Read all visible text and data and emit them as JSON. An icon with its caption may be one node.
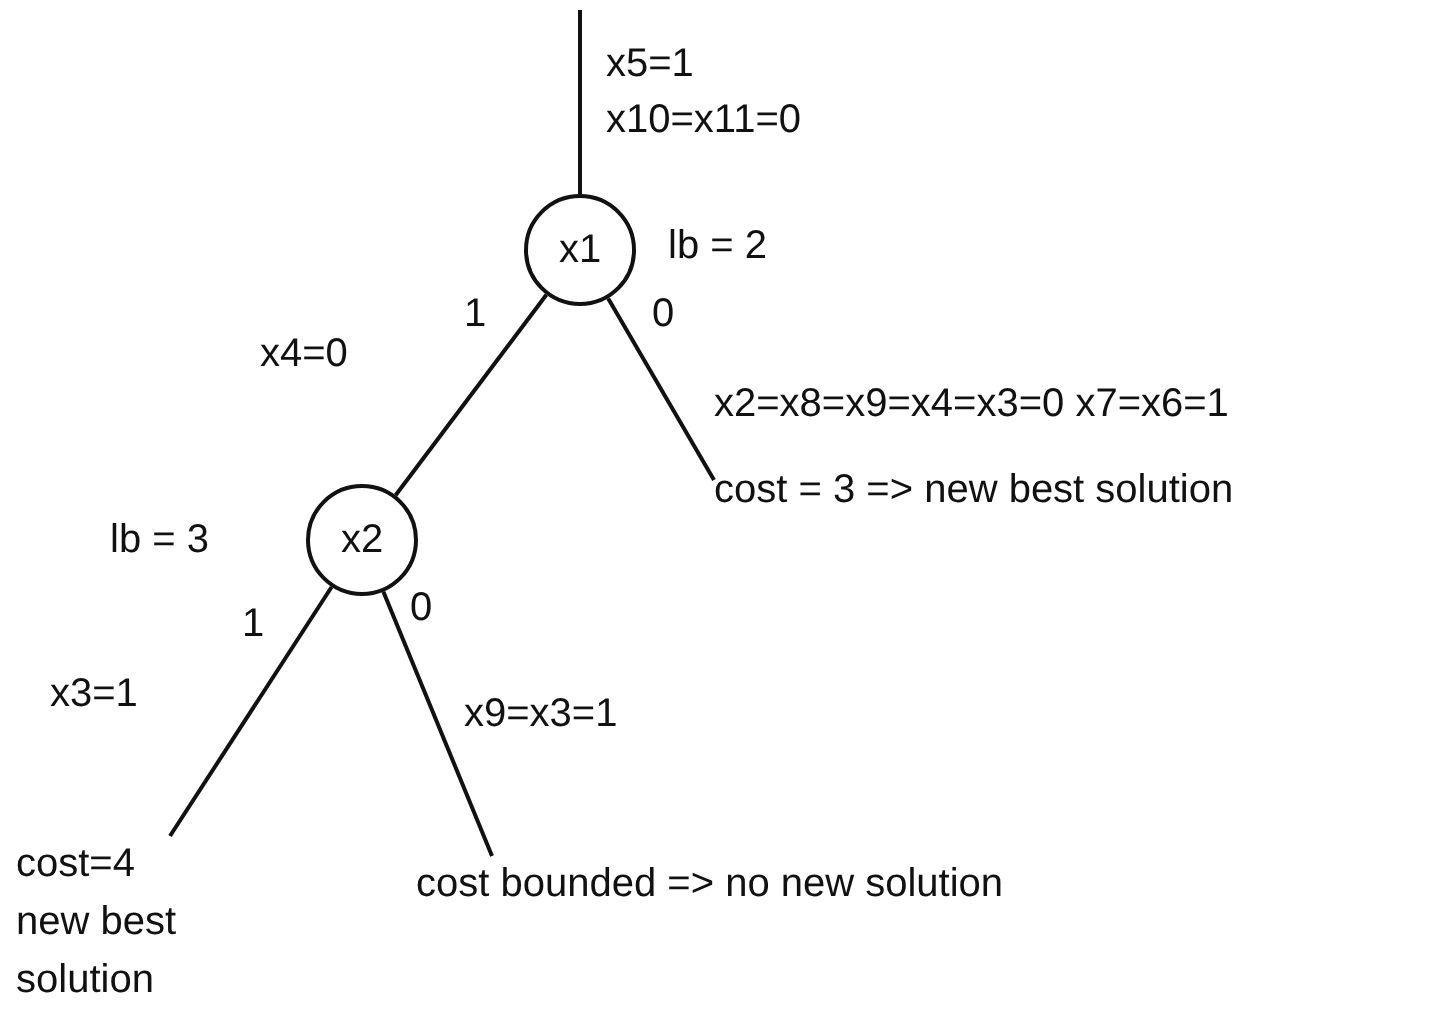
{
  "diagram": {
    "nodes": [
      {
        "text": [
          "x1"
        ],
        "beside": [
          "lb = 2"
        ]
      },
      {
        "text": [
          "x2"
        ],
        "beside": [
          "lb = 3"
        ]
      },
      {
        "text": [
          "x2=x8=x9=x4=x3=0 x7=x6=1",
          "cost = 3 =>  new best solution"
        ]
      },
      {
        "text": [
          "cost=4 new best solution"
        ]
      },
      {
        "text": [
          "cost bounded => no new solution"
        ]
      }
    ],
    "edges": [
      {
        "from": null,
        "to": 0,
        "arrow": "none"
      },
      {
        "from": 0,
        "to": 1,
        "arrow": "none",
        "label": "1"
      },
      {
        "from": 0,
        "to": 2,
        "arrow": "none",
        "label": "0"
      },
      {
        "from": 1,
        "to": 3,
        "arrow": "none",
        "label": "1"
      },
      {
        "from": 1,
        "to": 4,
        "arrow": "none",
        "label": "0"
      }
    ],
    "labels": [
      "x5=1 x10=x11=0",
      "x4=0",
      "x3=1",
      "x9=x3=1"
    ]
  }
}
